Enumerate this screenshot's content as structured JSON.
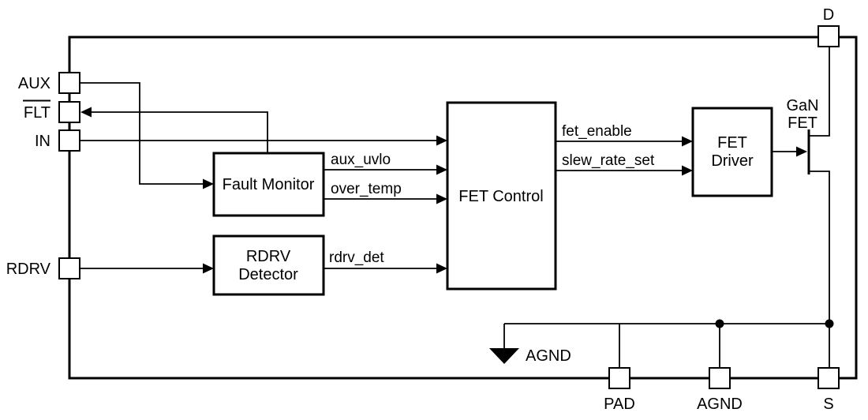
{
  "diagram": {
    "colors": {
      "line": "#000000",
      "background": "#ffffff"
    },
    "pins": {
      "aux": "AUX",
      "flt": "FLT",
      "in": "IN",
      "rdrv": "RDRV",
      "d": "D",
      "pad": "PAD",
      "agnd": "AGND",
      "s": "S"
    },
    "blocks": {
      "fault_monitor": {
        "label": "Fault Monitor"
      },
      "rdrv_detector": {
        "label_line1": "RDRV",
        "label_line2": "Detector"
      },
      "fet_control": {
        "label": "FET Control"
      },
      "fet_driver": {
        "label_line1": "FET",
        "label_line2": "Driver"
      }
    },
    "signals": {
      "aux_uvlo": "aux_uvlo",
      "over_temp": "over_temp",
      "rdrv_det": "rdrv_det",
      "fet_enable": "fet_enable",
      "slew_rate_set": "slew_rate_set"
    },
    "annotations": {
      "gan_fet_line1": "GaN",
      "gan_fet_line2": "FET",
      "ground_label": "AGND"
    }
  }
}
